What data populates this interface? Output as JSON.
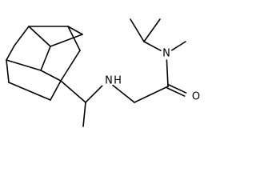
{
  "molecule": {
    "atoms": {
      "n_amine": "N",
      "h_amine": "H",
      "n_amide": "N",
      "o_carbonyl": "O"
    }
  },
  "colors": {
    "bond": "#000000",
    "label": "#000000",
    "background": "#ffffff"
  }
}
